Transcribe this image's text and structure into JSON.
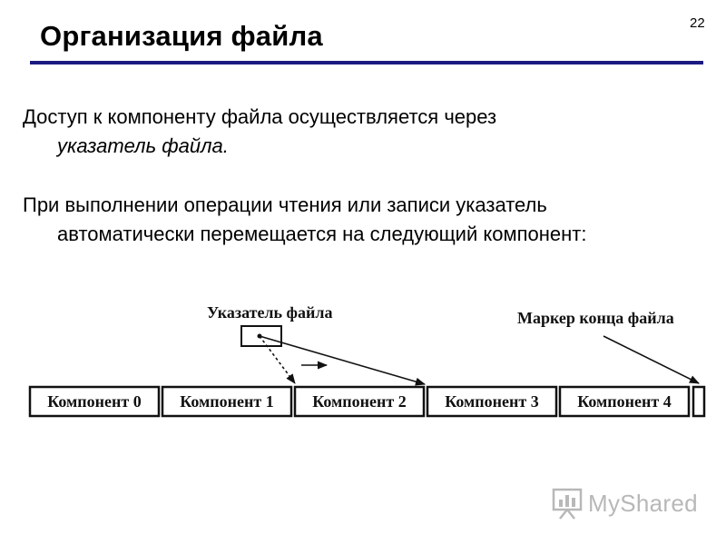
{
  "slide": {
    "number": "22",
    "title": "Организация файла"
  },
  "paragraph1": {
    "line1": "Доступ к компоненту файла осуществляется через",
    "line2": "указатель файла."
  },
  "paragraph2": {
    "line1": "При выполнении операции чтения или записи указатель",
    "line2": "автоматически перемещается на следующий компонент:"
  },
  "diagram": {
    "pointer_label": "Указатель файла",
    "eof_label": "Маркер конца файла",
    "components": [
      "Компонент 0",
      "Компонент 1",
      "Компонент 2",
      "Компонент 3",
      "Компонент 4"
    ]
  },
  "logo": {
    "text": "MyShared",
    "icon": "presentation-board-icon"
  }
}
